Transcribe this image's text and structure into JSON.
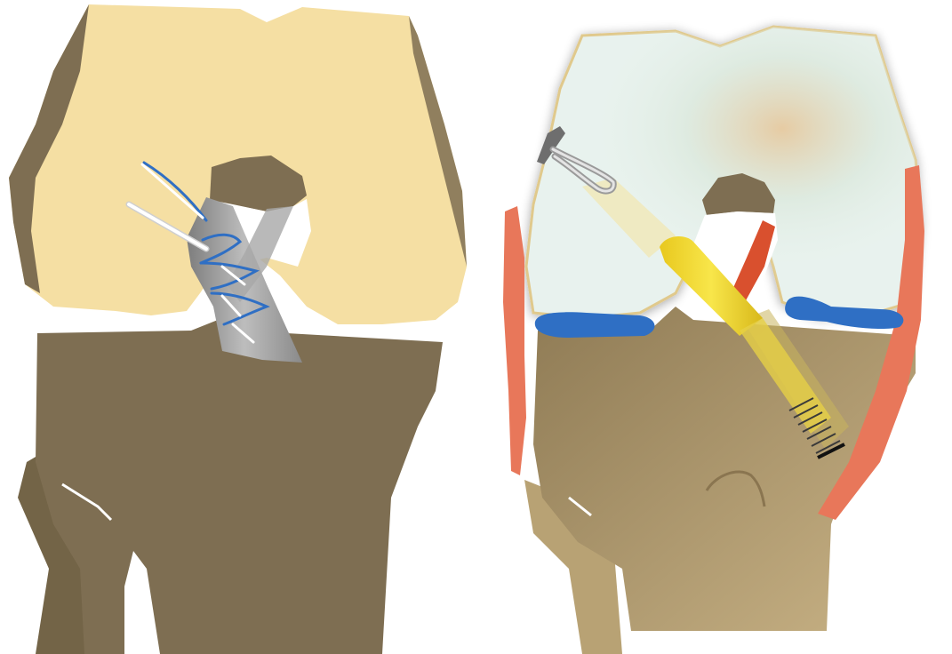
{
  "figure": {
    "panels": [
      {
        "id": "left",
        "structures": [
          "femur",
          "tibia",
          "fibula",
          "acl-remnant",
          "suture",
          "needle"
        ],
        "colors": {
          "femur": "#f5dfa3",
          "tibia": "#7e6e52",
          "remnant": "#9c9c9c",
          "suture": "#2f6fc4",
          "needle": "#ffffff"
        }
      },
      {
        "id": "right",
        "structures": [
          "femur",
          "tibia",
          "fibula",
          "graft",
          "femoral-button",
          "tibial-screw",
          "meniscus",
          "collateral-ligament",
          "pcl"
        ],
        "colors": {
          "femur": "#e8f2ee",
          "femur_outline": "#e0c98c",
          "tibia": "#b09a6c",
          "graft": "#f2d52c",
          "meniscus": "#2f6fc4",
          "collateral": "#e8775a",
          "pcl": "#d9502e",
          "button": "#6e6e6e"
        }
      }
    ]
  }
}
